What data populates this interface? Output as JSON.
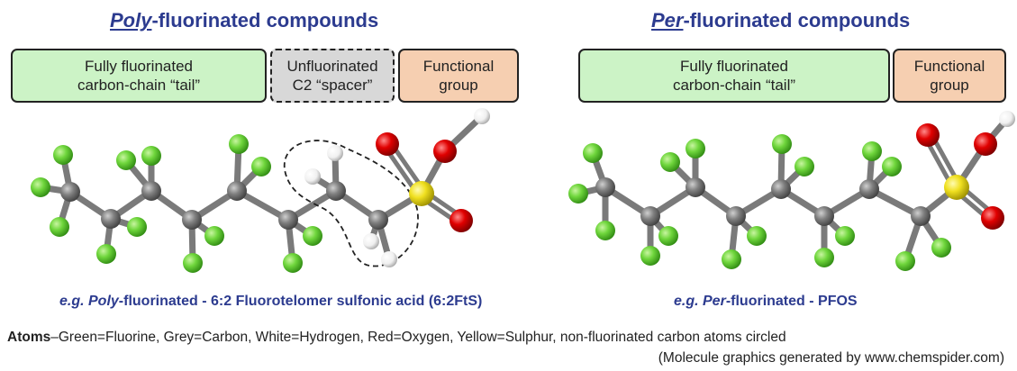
{
  "left": {
    "title_prefix": "Poly",
    "title_suffix": "-fluorinated compounds",
    "box_tail_line1": "Fully fluorinated",
    "box_tail_line2": "carbon-chain “tail”",
    "box_spacer_line1": "Unfluorinated",
    "box_spacer_line2": "C2 “spacer”",
    "box_group_line1": "Functional",
    "box_group_line2": "group",
    "caption_prefix": "e.g. Poly",
    "caption_suffix": "-fluorinated - 6:2 Fluorotelomer sulfonic acid (6:2FtS)"
  },
  "right": {
    "title_prefix": "Per",
    "title_suffix": "-fluorinated compounds",
    "box_tail_line1": "Fully fluorinated",
    "box_tail_line2": "carbon-chain “tail”",
    "box_group_line1": "Functional",
    "box_group_line2": "group",
    "caption_prefix": "e.g. Per",
    "caption_suffix": "-fluorinated - PFOS"
  },
  "legend": {
    "label": "Atoms",
    "text": "–Green=Fluorine, Grey=Carbon, White=Hydrogen, Red=Oxygen, Yellow=Sulphur, non-fluorinated carbon atoms circled",
    "credit": "(Molecule graphics generated by www.chemspider.com)"
  },
  "colors": {
    "fluorine": "#6fd63c",
    "carbon": "#808080",
    "hydrogen": "#f4f4f4",
    "oxygen": "#e00000",
    "sulphur": "#f0e020",
    "title": "#2c3b8f",
    "tail_box": "#ccf3c6",
    "spacer_box": "#d8d8d8",
    "group_box": "#f6cfb1"
  }
}
